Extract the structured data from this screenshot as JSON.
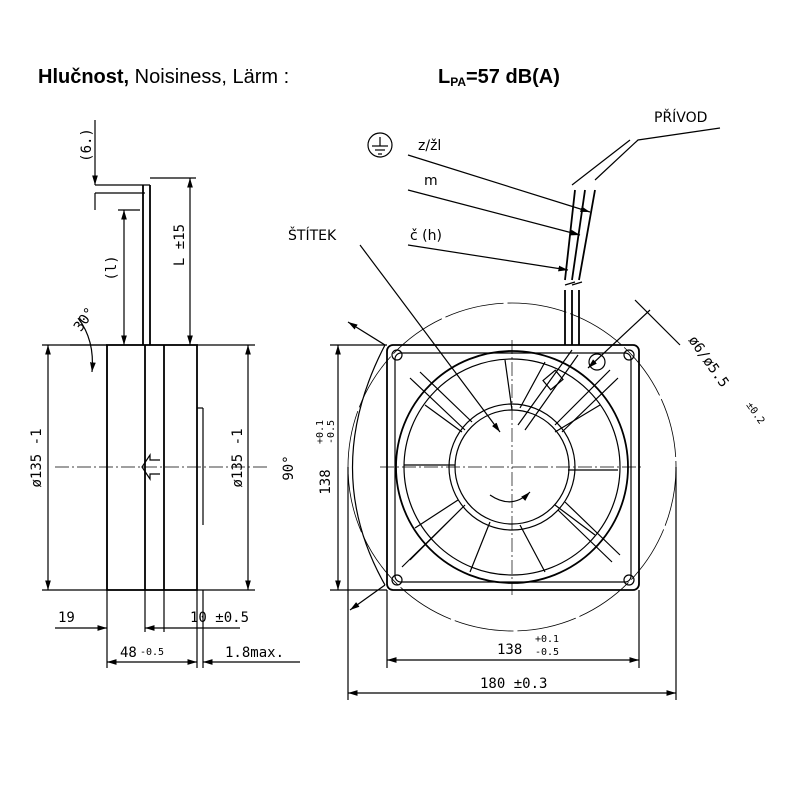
{
  "header": {
    "title_bold": "Hlučnost,",
    "title_rest": " Noisiness, Lärm :",
    "lpa_letter": "L",
    "lpa_sub": "PA",
    "lpa_value": "=57 dB(A)"
  },
  "side_view": {
    "dim_6": "(6.)",
    "dim_l": "(l)",
    "dim_L15": "L ±15",
    "dim_30deg": "30°",
    "dim_dia_left": "ø135 -1",
    "dim_dia_right": "ø135 -1",
    "dim_19": "19",
    "dim_10": "10 ±0.5",
    "dim_48": "48",
    "dim_48_tol": "-0.5",
    "dim_18max": "1.8max."
  },
  "front_view": {
    "label_privod": "PŘÍVOD",
    "label_zzl": "z/žl",
    "label_m": "m",
    "label_ch": "č (h)",
    "label_stitek": "ŠTÍTEK",
    "dim_hole": "ø6/ø5.5",
    "dim_hole_tol": "±0.2",
    "dim_90deg": "90°",
    "dim_138_vertical": "138",
    "dim_138_vertical_tol_plus": "+0.1",
    "dim_138_vertical_tol_minus": "-0.5",
    "dim_138_horizontal": "138",
    "dim_138_horizontal_tol_plus": "+0.1",
    "dim_138_horizontal_tol_minus": "-0.5",
    "dim_180": "180 ±0.3"
  },
  "icons": [
    "ground-icon",
    "rotation-arrow-icon",
    "airflow-arrow-icon"
  ]
}
